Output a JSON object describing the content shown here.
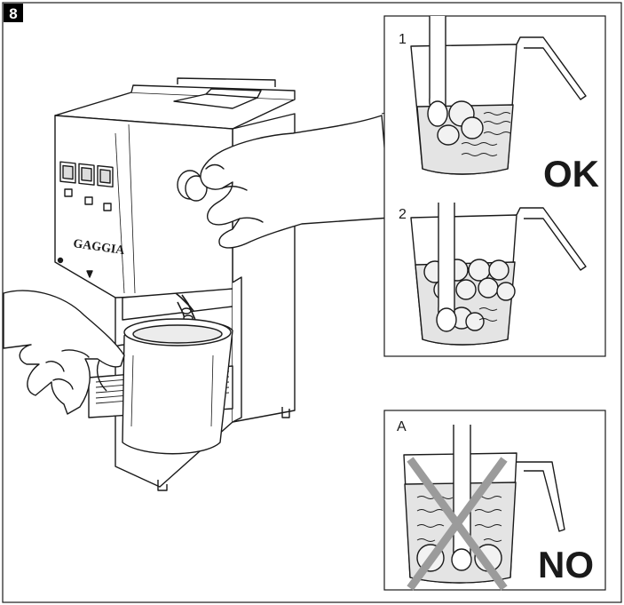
{
  "figure": {
    "number": "8",
    "brand_text": "GAGGIA",
    "panels": {
      "step1": {
        "label": "1",
        "verdict": "OK"
      },
      "step2": {
        "label": "2"
      },
      "wrong": {
        "label": "A",
        "verdict": "NO"
      }
    }
  },
  "colors": {
    "line": "#1a1a1a",
    "badge_bg": "#000000",
    "badge_text": "#ffffff",
    "liquid": "#e4e4e4",
    "foam": "#f2f2f2",
    "cross": "#9b9b9b"
  }
}
